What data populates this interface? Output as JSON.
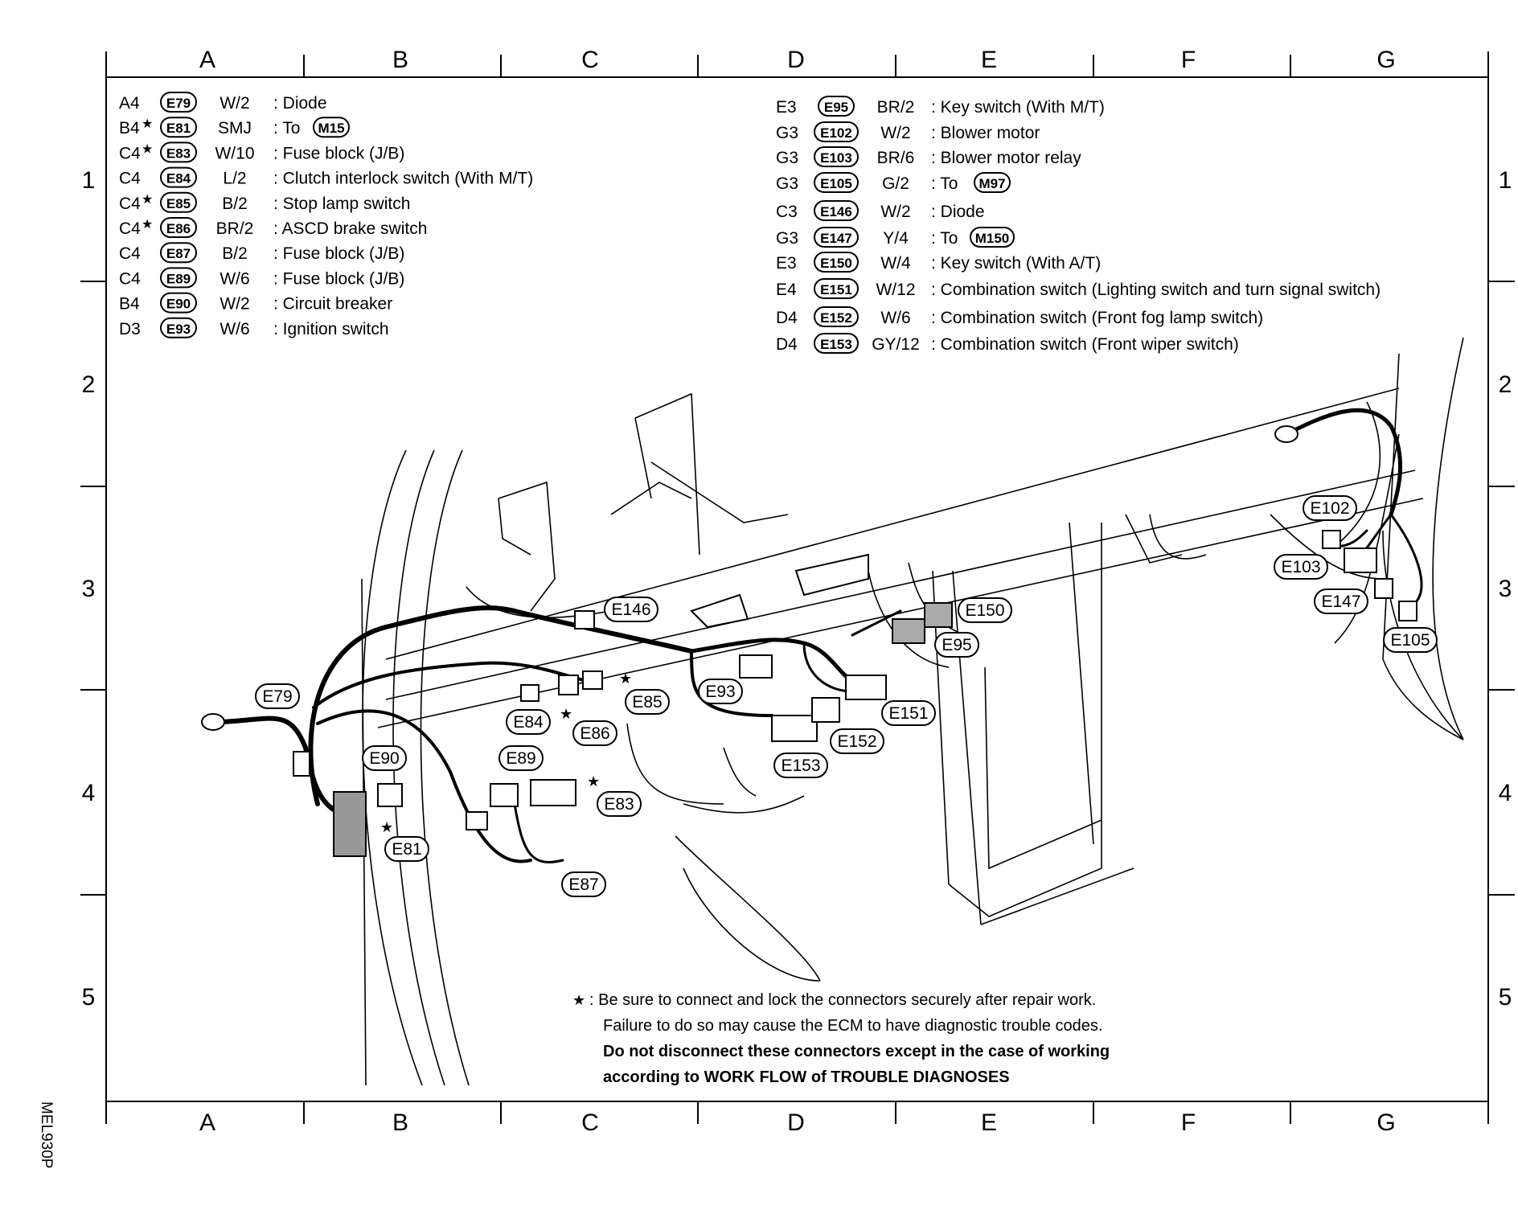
{
  "grid": {
    "columns": [
      "A",
      "B",
      "C",
      "D",
      "E",
      "F",
      "G"
    ],
    "rows": [
      "1",
      "2",
      "3",
      "4",
      "5"
    ]
  },
  "figure_code": "MEL930P",
  "connectors_left": [
    {
      "loc": "A4",
      "star": false,
      "id": "E79",
      "spec": "W/2",
      "desc": ": Diode"
    },
    {
      "loc": "B4",
      "star": true,
      "id": "E81",
      "spec": "SMJ",
      "desc": ": To",
      "to": "M15"
    },
    {
      "loc": "C4",
      "star": true,
      "id": "E83",
      "spec": "W/10",
      "desc": ": Fuse block (J/B)"
    },
    {
      "loc": "C4",
      "star": false,
      "id": "E84",
      "spec": "L/2",
      "desc": ": Clutch interlock switch (With M/T)"
    },
    {
      "loc": "C4",
      "star": true,
      "id": "E85",
      "spec": "B/2",
      "desc": ": Stop lamp switch"
    },
    {
      "loc": "C4",
      "star": true,
      "id": "E86",
      "spec": "BR/2",
      "desc": ": ASCD brake switch"
    },
    {
      "loc": "C4",
      "star": false,
      "id": "E87",
      "spec": "B/2",
      "desc": ": Fuse block (J/B)"
    },
    {
      "loc": "C4",
      "star": false,
      "id": "E89",
      "spec": "W/6",
      "desc": ": Fuse block (J/B)"
    },
    {
      "loc": "B4",
      "star": false,
      "id": "E90",
      "spec": "W/2",
      "desc": ": Circuit breaker"
    },
    {
      "loc": "D3",
      "star": false,
      "id": "E93",
      "spec": "W/6",
      "desc": ": Ignition switch"
    }
  ],
  "connectors_right": [
    {
      "loc": "E3",
      "id": "E95",
      "spec": "BR/2",
      "desc": ": Key switch (With M/T)"
    },
    {
      "loc": "G3",
      "id": "E102",
      "spec": "W/2",
      "desc": ": Blower motor"
    },
    {
      "loc": "G3",
      "id": "E103",
      "spec": "BR/6",
      "desc": ": Blower motor relay"
    },
    {
      "loc": "G3",
      "id": "E105",
      "spec": "G/2",
      "desc": ": To",
      "to": "M97"
    },
    {
      "loc": "C3",
      "id": "E146",
      "spec": "W/2",
      "desc": ": Diode"
    },
    {
      "loc": "G3",
      "id": "E147",
      "spec": "Y/4",
      "desc": ": To",
      "to": "M150"
    },
    {
      "loc": "E3",
      "id": "E150",
      "spec": "W/4",
      "desc": ": Key switch (With A/T)"
    },
    {
      "loc": "E4",
      "id": "E151",
      "spec": "W/12",
      "desc": ": Combination switch (Lighting switch and turn signal switch)"
    },
    {
      "loc": "D4",
      "id": "E152",
      "spec": "W/6",
      "desc": ": Combination switch (Front fog lamp switch)"
    },
    {
      "loc": "D4",
      "id": "E153",
      "spec": "GY/12",
      "desc": ": Combination switch (Front wiper switch)"
    }
  ],
  "callouts": [
    "E79",
    "E90",
    "E81",
    "E84",
    "E86",
    "E85",
    "E89",
    "E83",
    "E87",
    "E146",
    "E93",
    "E153",
    "E152",
    "E151",
    "E150",
    "E95",
    "E102",
    "E103",
    "E147",
    "E105"
  ],
  "note": {
    "star": "★",
    "line1": ": Be sure to connect and lock the connectors securely after repair work.",
    "line2": "Failure to do so may cause the ECM to have diagnostic trouble codes.",
    "line3": "Do not disconnect these connectors except in the case of working",
    "line4": "according to WORK FLOW of TROUBLE DIAGNOSES"
  }
}
